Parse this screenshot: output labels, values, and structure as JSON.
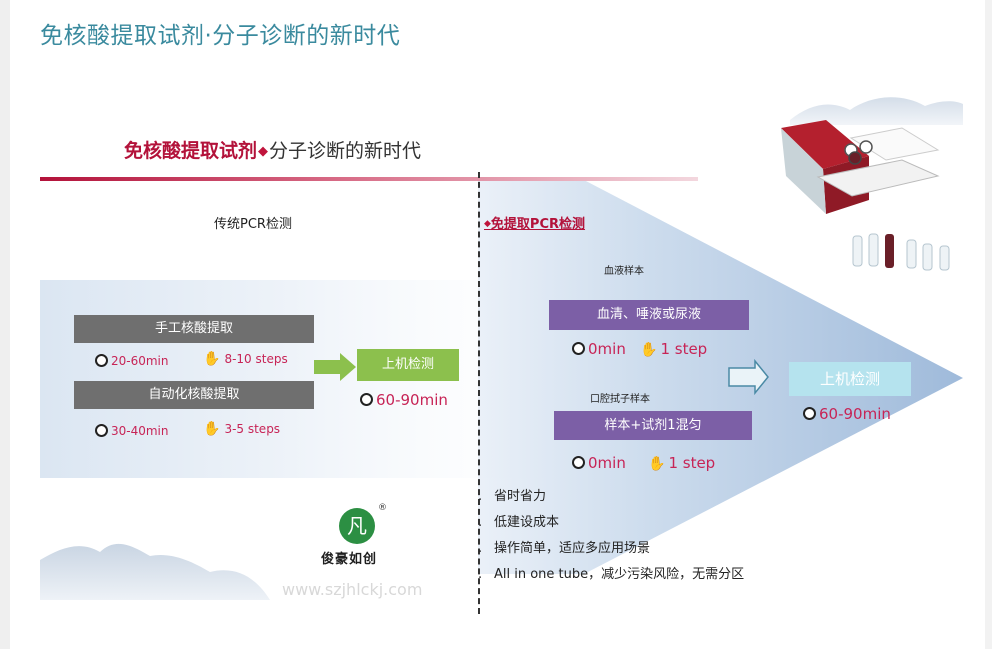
{
  "page_title": "免核酸提取试剂·分子诊断的新时代",
  "slide": {
    "title_highlight": "免核酸提取试剂",
    "title_diamond": "◆",
    "title_rest": "分子诊断的新时代"
  },
  "traditional": {
    "heading": "传统PCR检测",
    "manual_extraction": {
      "label": "手工核酸提取",
      "time": "20-60min",
      "steps": "8-10 steps"
    },
    "auto_extraction": {
      "label": "自动化核酸提取",
      "time": "30-40min",
      "steps": "3-5 steps"
    },
    "detection": {
      "label": "上机检测",
      "time": "60-90min"
    }
  },
  "extraction_free": {
    "heading_prefix": "◆",
    "heading": "免提取PCR检测",
    "blood": {
      "sample_label": "血液样本",
      "box_label": "血清、唾液或尿液",
      "time": "0min",
      "steps": "1 step"
    },
    "swab": {
      "sample_label": "口腔拭子样本",
      "box_label": "样本+试剂1混匀",
      "time": "0min",
      "steps": "1 step"
    },
    "detection": {
      "label": "上机检测",
      "time": "60-90min"
    }
  },
  "benefits": [
    "省时省力",
    "低建设成本",
    "操作简单，适应多应用场景",
    "All in one tube，减少污染风险，无需分区"
  ],
  "logo": {
    "mark": "凡",
    "reg": "®",
    "name": "俊豪如创",
    "website": "www.szjhlckj.com"
  },
  "colors": {
    "accent_red": "#b3123a",
    "title_teal": "#3a8a9e",
    "purple": "#7c5fa6",
    "green": "#8cc04d",
    "cyan": "#b5e3ee",
    "gray": "#6f6f6f",
    "arrow_blue": "#7fa3cd"
  }
}
